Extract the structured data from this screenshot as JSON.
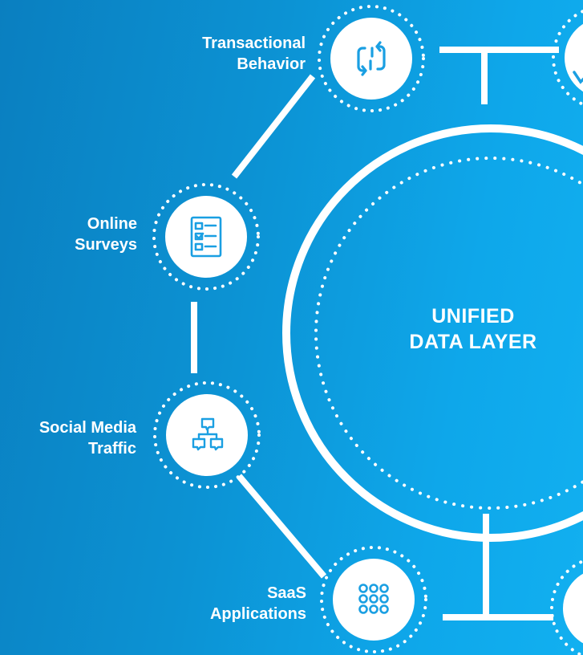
{
  "center": {
    "line1": "UNIFIED",
    "line2": "DATA LAYER"
  },
  "nodes": [
    {
      "id": "transactional",
      "line1": "Transactional",
      "line2": "Behavior",
      "icon": "sync-arrows-icon"
    },
    {
      "id": "surveys",
      "line1": "Online",
      "line2": "Surveys",
      "icon": "checklist-icon"
    },
    {
      "id": "social",
      "line1": "Social Media",
      "line2": "Traffic",
      "icon": "chat-network-icon"
    },
    {
      "id": "saas",
      "line1": "SaaS",
      "line2": "Applications",
      "icon": "app-grid-icon"
    }
  ],
  "colors": {
    "icon": "#1a9fe2",
    "line": "#ffffff",
    "label": "#ffffff"
  }
}
